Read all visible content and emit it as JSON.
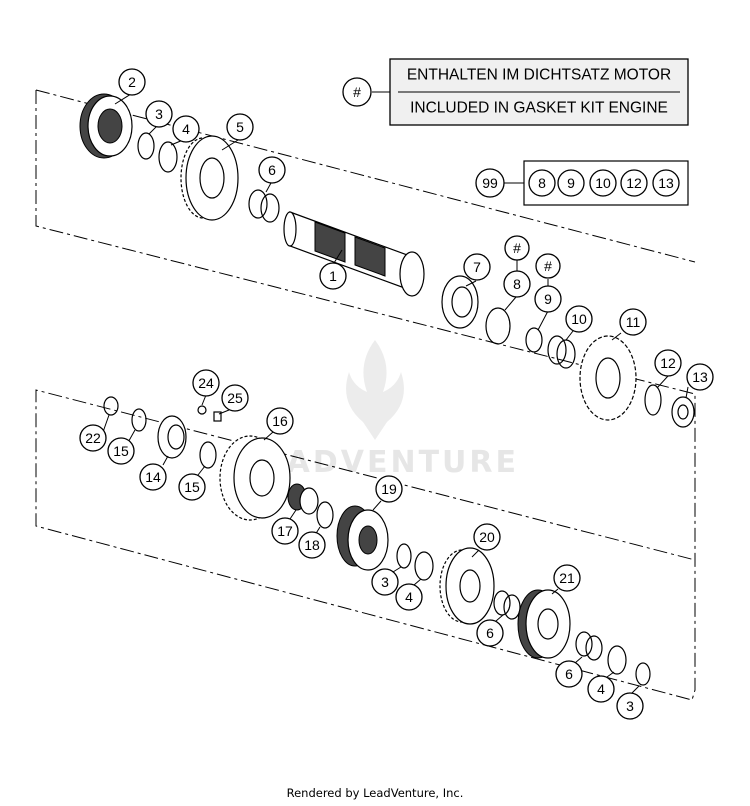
{
  "legend": {
    "hash_symbol": "#",
    "line_de": "ENTHALTEN IM DICHTSATZ MOTOR",
    "line_en": "INCLUDED IN GASKET KIT ENGINE"
  },
  "kit": {
    "number": "99",
    "items": [
      "8",
      "9",
      "10",
      "12",
      "13"
    ]
  },
  "callouts": [
    "1",
    "2",
    "3",
    "4",
    "5",
    "6",
    "7",
    "8",
    "9",
    "10",
    "11",
    "12",
    "13",
    "14",
    "15",
    "15",
    "16",
    "17",
    "18",
    "19",
    "20",
    "21",
    "22",
    "24",
    "25",
    "3",
    "4",
    "6",
    "6",
    "4",
    "3"
  ],
  "hash_marks": [
    "#",
    "#"
  ],
  "watermark": "LEADVENTURE",
  "footer": "Rendered by LeadVenture, Inc."
}
